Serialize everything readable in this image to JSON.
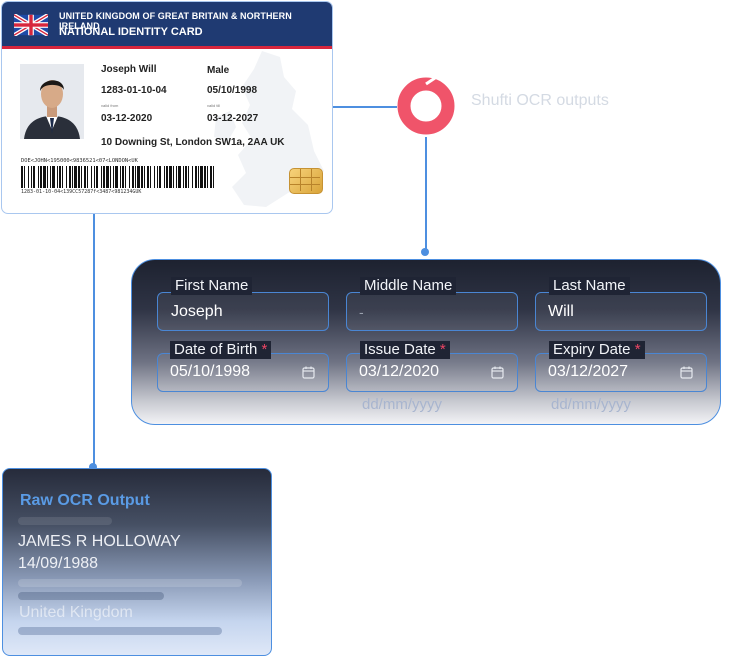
{
  "id_card": {
    "country": "UNITED KINGDOM OF GREAT BRITAIN & NORTHERN IRELAND",
    "card_type": "NATIONAL IDENTITY CARD",
    "name": "Joseph Will",
    "sex": "Male",
    "document_number": "1283-01-10-04",
    "date_of_birth": "05/10/1998",
    "valid_from_label": "valid from",
    "valid_from": "03-12-2020",
    "valid_till_label": "valid till",
    "valid_till": "03-12-2027",
    "address": "10 Downing St, London SW1a, 2AA UK",
    "mrz_line_1": "DOE<JOHN<195000<9836521<07<LONDON<UK",
    "mrz_line_2": "1283-01-10-04<139CC57287f<3487<981234GUK",
    "flag_icon": "uk-flag-icon",
    "chip_icon": "sim-chip-icon"
  },
  "shufti": {
    "label": "Shufti OCR outputs",
    "ring_color": "#f0546a"
  },
  "ocr_form": {
    "first_name": {
      "label": "First Name",
      "value": "Joseph"
    },
    "middle_name": {
      "label": "Middle Name",
      "value": "-"
    },
    "last_name": {
      "label": "Last Name",
      "value": "Will"
    },
    "date_of_birth": {
      "label": "Date of Birth",
      "value": "05/10/1998",
      "required_mark": "*"
    },
    "issue_date": {
      "label": "Issue Date",
      "value": "03/12/2020",
      "required_mark": "*",
      "hint": "dd/mm/yyyy"
    },
    "expiry_date": {
      "label": "Expiry Date",
      "value": "03/12/2027",
      "required_mark": "*",
      "hint": "dd/mm/yyyy"
    },
    "calendar_icon": "calendar-icon"
  },
  "raw_ocr": {
    "title": "Raw OCR Output",
    "line_1": "JAMES R HOLLOWAY",
    "line_2": "14/09/1988",
    "line_3": "United Kingdom"
  },
  "colors": {
    "accent_blue": "#4d8fe0",
    "card_header": "#1f3a72",
    "required_red": "#ef4564"
  }
}
